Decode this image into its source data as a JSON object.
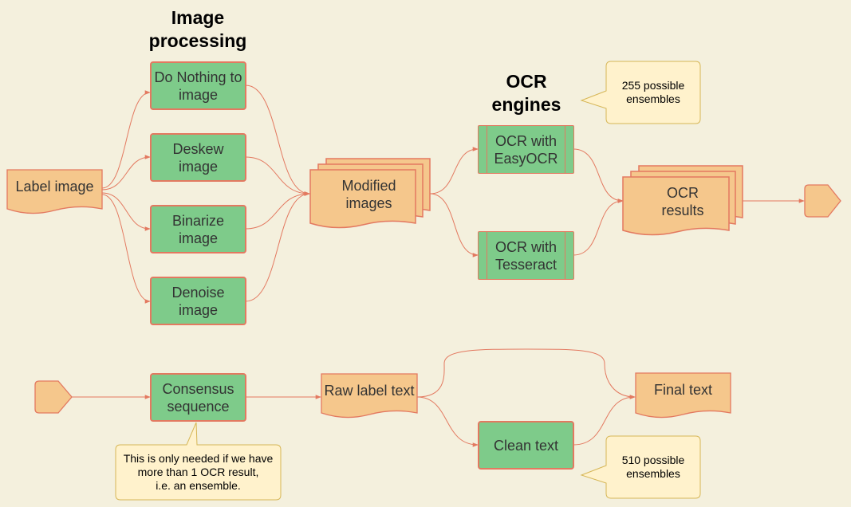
{
  "titles": {
    "image_processing": "Image\nprocessing",
    "ocr_engines": "OCR\nengines"
  },
  "nodes": {
    "label_image": "Label image",
    "do_nothing": "Do Nothing to image",
    "deskew": "Deskew image",
    "binarize": "Binarize image",
    "denoise": "Denoise image",
    "modified_images": "Modified\nimages",
    "ocr_easyocr": "OCR with EasyOCR",
    "ocr_tesseract": "OCR with Tesseract",
    "ocr_results": "OCR\nresults",
    "consensus": "Consensus sequence",
    "raw_label_text": "Raw label text",
    "clean_text": "Clean text",
    "final_text": "Final text"
  },
  "notes": {
    "ensembles_255": "255 possible ensembles",
    "ensembles_510": "510 possible ensembles",
    "ensemble_needed": "This is only needed if we have more than 1 OCR result,\ni.e. an ensemble."
  },
  "colors": {
    "background": "#f4f0dd",
    "process_fill": "#7ecb8a",
    "document_fill": "#f5c78c",
    "stroke": "#e37960",
    "note_fill": "#fff2cc",
    "note_stroke": "#d6b656"
  }
}
